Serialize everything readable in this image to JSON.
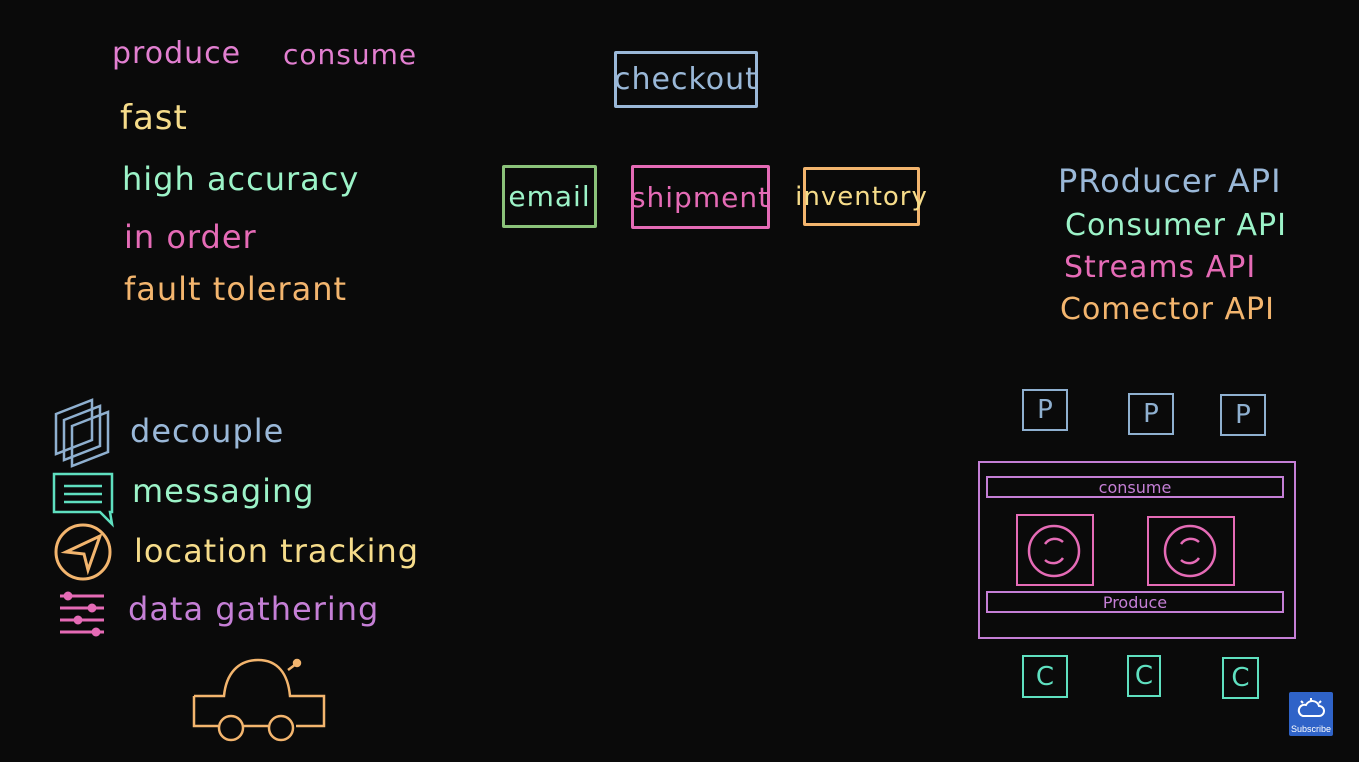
{
  "left_top": {
    "produce": "produce",
    "consume": "consume",
    "fast": "fast",
    "high_accuracy": "high accuracy",
    "in_order": "in order",
    "fault_tolerant": "fault tolerant"
  },
  "use_cases": {
    "decouple": "decouple",
    "messaging": "messaging",
    "location_tracking": "location tracking",
    "data_gathering": "data gathering"
  },
  "services": {
    "checkout": "checkout",
    "email": "email",
    "shipment": "shipment",
    "inventory": "inventory"
  },
  "apis": {
    "producer": "PRoducer API",
    "consumer": "Consumer API",
    "streams": "Streams API",
    "connector": "Comector API"
  },
  "cluster": {
    "producer_label": "P",
    "consumer_label": "C",
    "consume_bar": "consume",
    "produce_bar": "Produce"
  },
  "subscribe": {
    "label": "Subscribe"
  },
  "colors": {
    "pink": "#e27fd0",
    "yellow": "#f6dc8a",
    "green": "#9cf3c8",
    "magenta": "#e56bb6",
    "orange": "#f3b56e",
    "blue": "#9ab8d8",
    "teal": "#5fe0c0",
    "purple": "#c57fd6"
  }
}
